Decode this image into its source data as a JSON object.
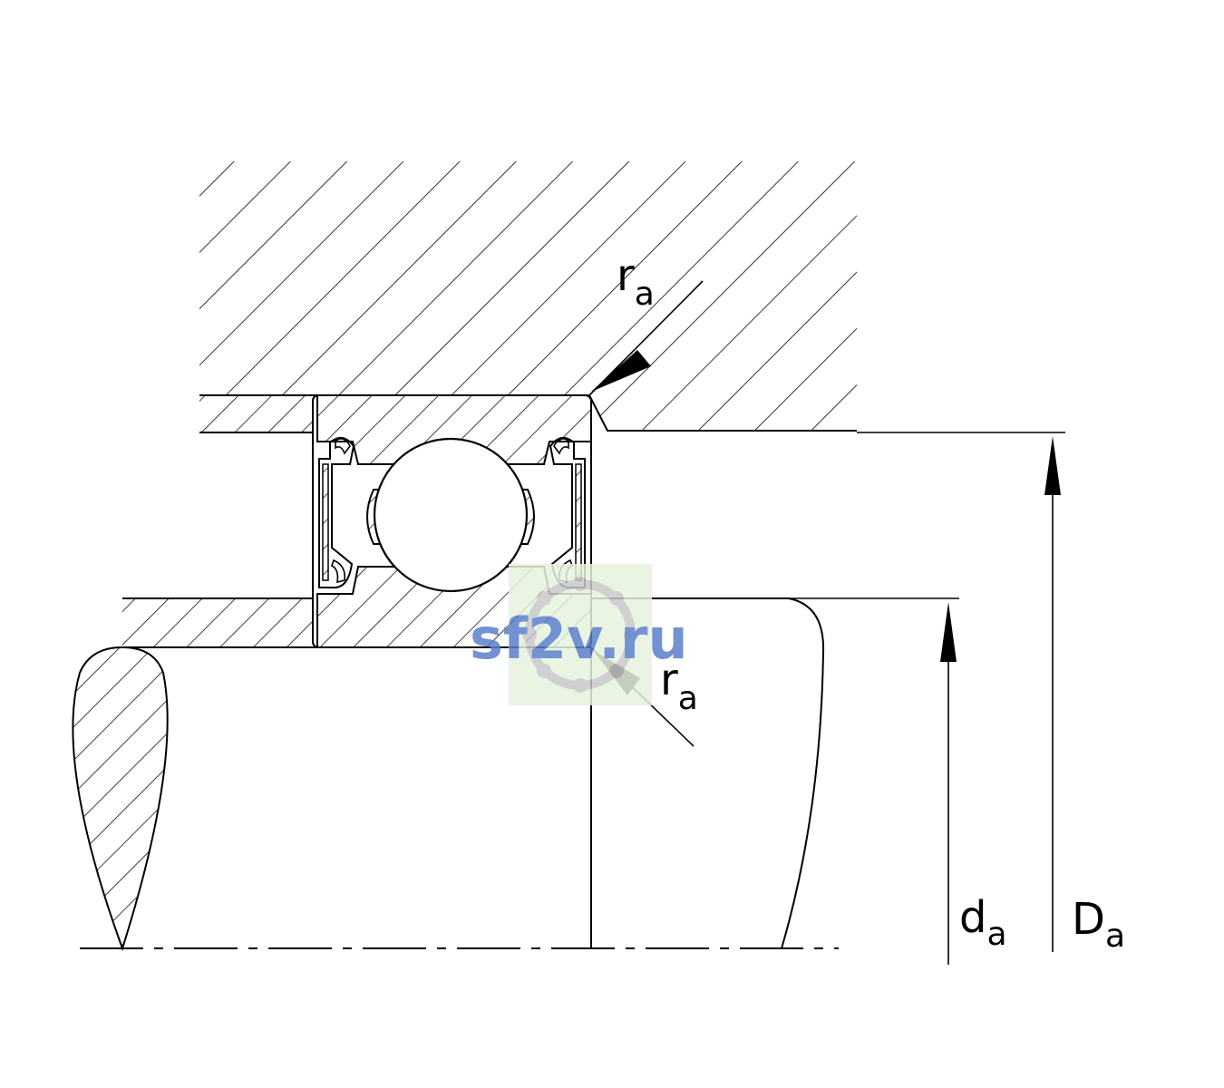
{
  "labels": {
    "ra_top": {
      "main": "r",
      "sub": "a"
    },
    "ra_bottom": {
      "main": "r",
      "sub": "a"
    },
    "da": {
      "main": "d",
      "sub": "a"
    },
    "Da": {
      "main": "D",
      "sub": "a"
    }
  },
  "watermark": {
    "text": "sf2v.ru"
  },
  "colors": {
    "line": "#000000",
    "watermark_text": "#5b7fc9",
    "watermark_bg": "#e6f3df",
    "watermark_ball": "#c8c8c8"
  }
}
